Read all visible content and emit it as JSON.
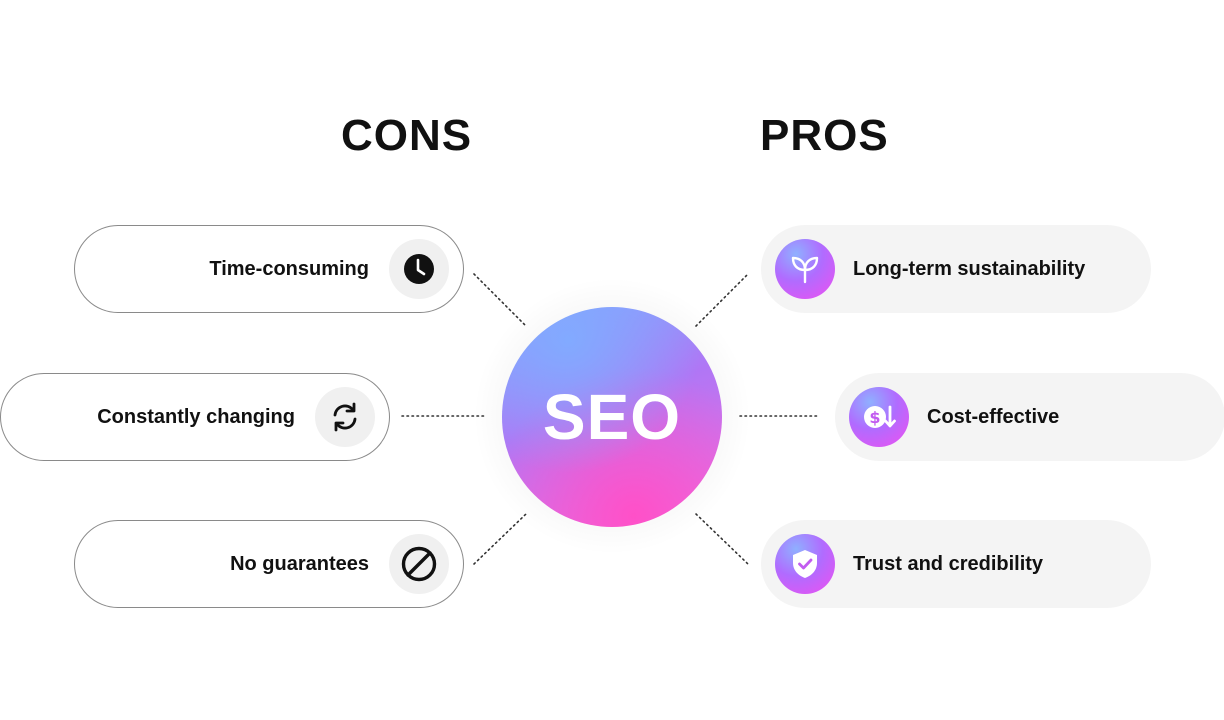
{
  "cons_heading": "CONS",
  "pros_heading": "PROS",
  "center_label": "SEO",
  "cons": [
    {
      "label": "Time-consuming",
      "icon": "clock-icon"
    },
    {
      "label": "Constantly changing",
      "icon": "refresh-icon"
    },
    {
      "label": "No guarantees",
      "icon": "prohibited-icon"
    }
  ],
  "pros": [
    {
      "label": "Long-term sustainability",
      "icon": "sprout-icon"
    },
    {
      "label": "Cost-effective",
      "icon": "dollar-down-icon"
    },
    {
      "label": "Trust and credibility",
      "icon": "shield-check-icon"
    }
  ],
  "colors": {
    "gradient_blue": "#7fa8ff",
    "gradient_purple": "#b076f5",
    "gradient_pink": "#f26ee0",
    "con_border": "#8a8a8a",
    "pro_background": "#f4f4f4"
  }
}
